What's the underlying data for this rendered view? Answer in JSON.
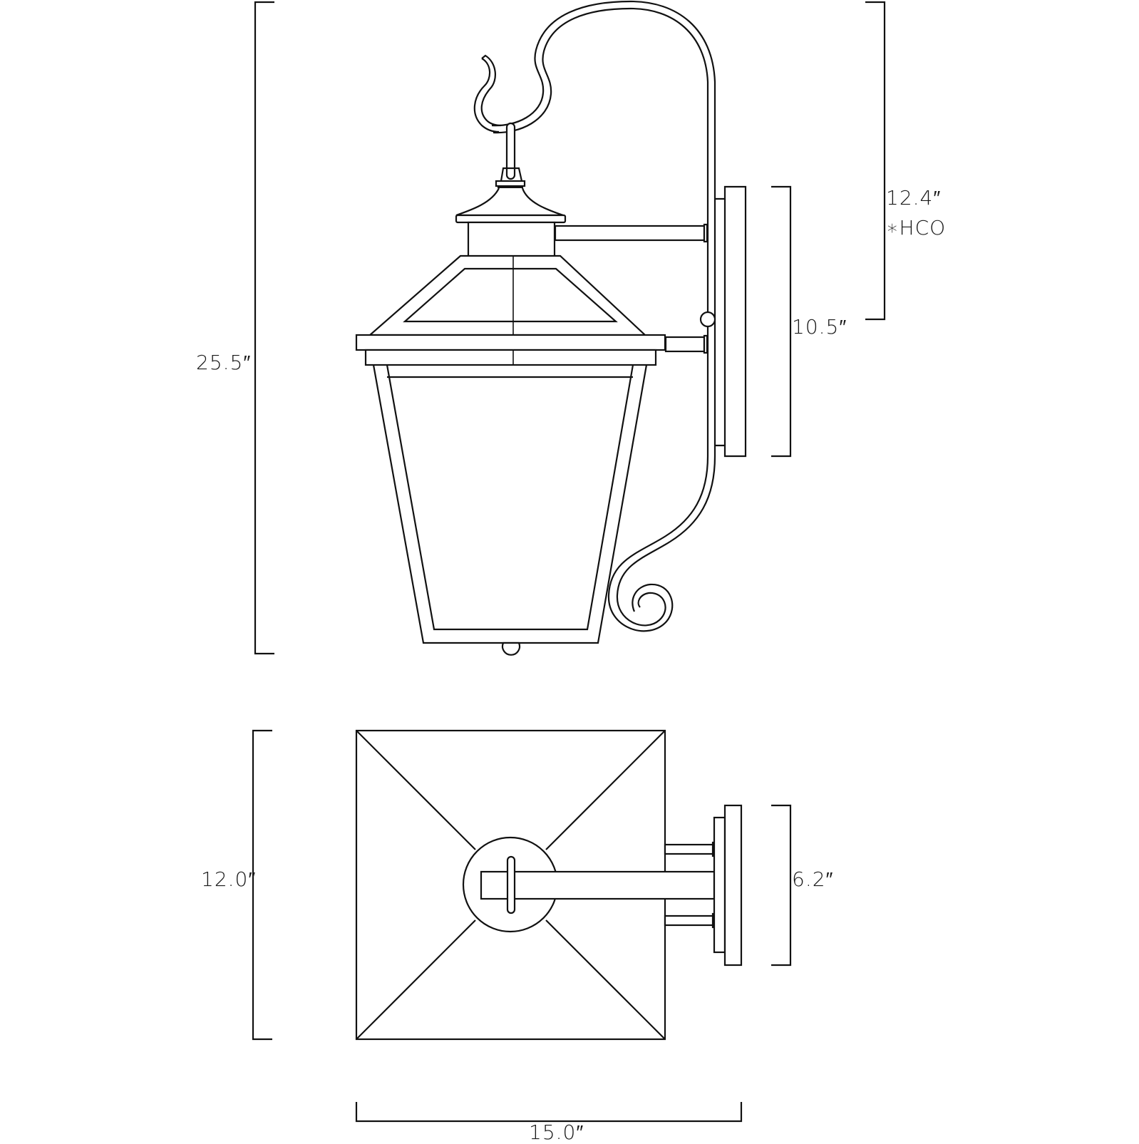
{
  "drawing": {
    "type": "product dimension line drawing",
    "subject": "wall-mount hanging lantern with scroll arm",
    "line_color": "#111111",
    "background_color": "#ffffff",
    "views": [
      {
        "name": "side-elevation",
        "position": "top"
      },
      {
        "name": "top-plan",
        "position": "bottom"
      }
    ]
  },
  "dimensions": {
    "overall_height": "25.5″",
    "hco_value": "12.4″",
    "hco_label": "∗HCO",
    "backplate_height": "10.5″",
    "overall_depth": "12.0″",
    "backplate_width": "6.2″",
    "overall_width": "15.0″"
  }
}
